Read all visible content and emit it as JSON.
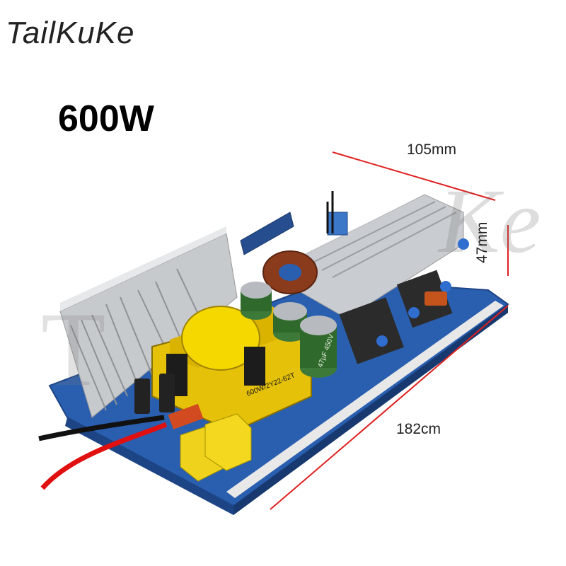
{
  "brand": "TailKuKe",
  "power_label": "600W",
  "dimensions": {
    "width": "105mm",
    "height": "47mm",
    "length": "182cm"
  },
  "transformer_label": "600W/2Y22-62T",
  "capacitor_label": "47µF 450V",
  "colors": {
    "pcb": "#2a5fb0",
    "heatsink": "#cfd2d6",
    "transformer_core": "#e8c400",
    "dimension_line": "#e02020"
  }
}
